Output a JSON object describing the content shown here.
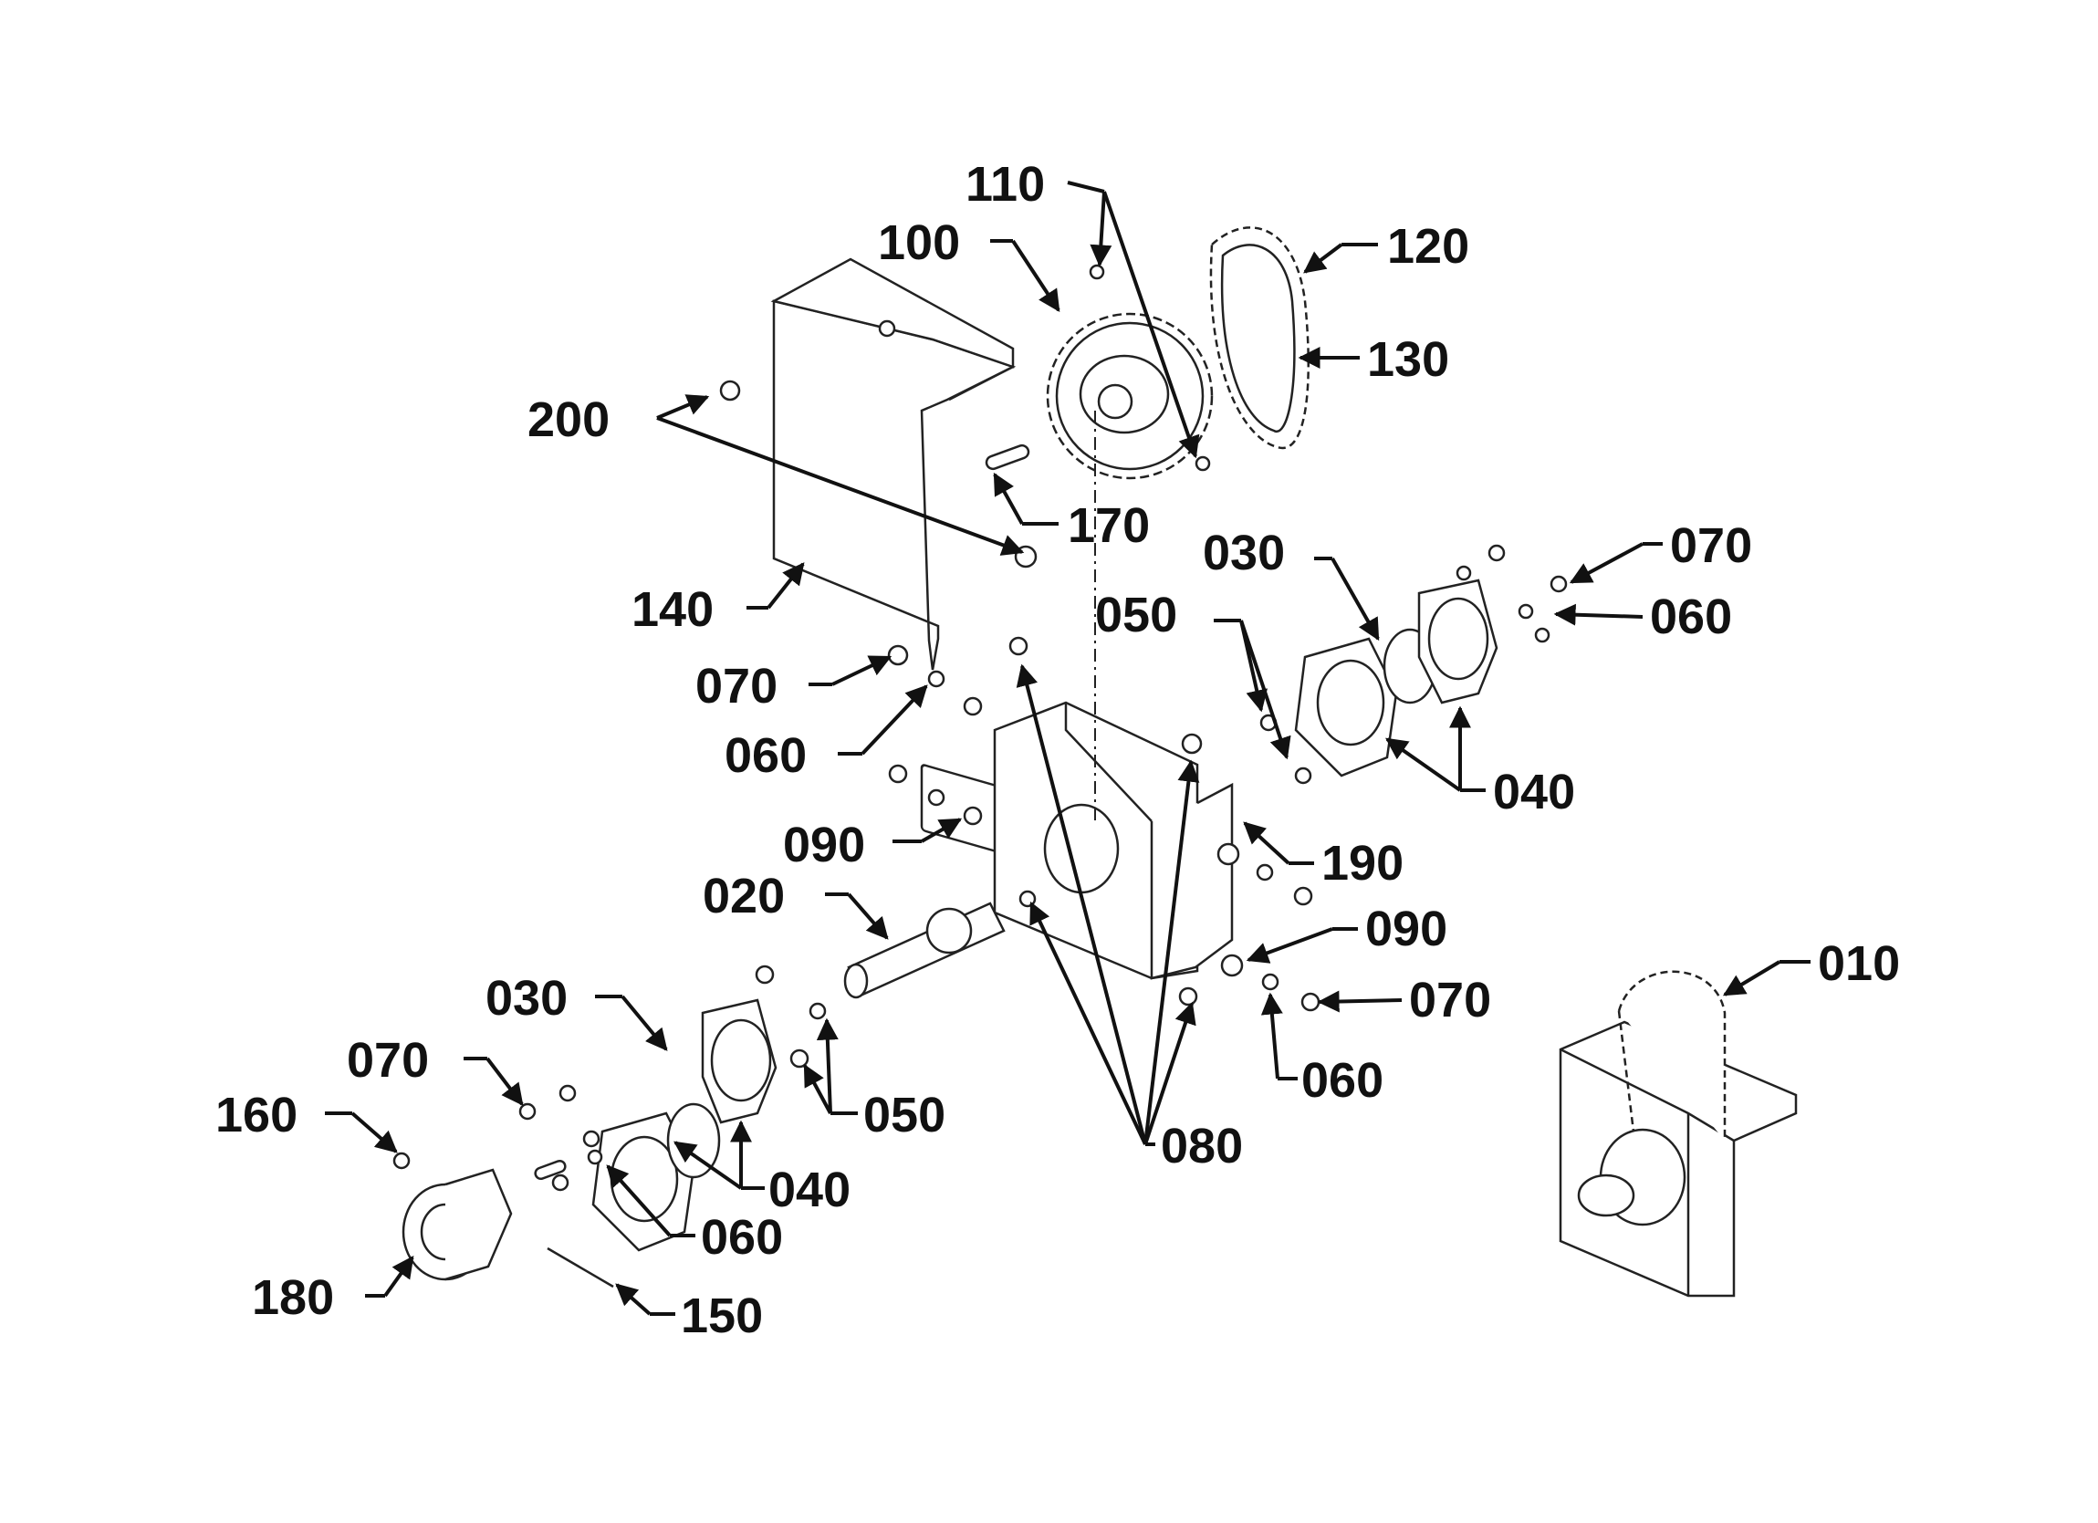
{
  "colors": {
    "ink": "#111111",
    "background": "#ffffff"
  },
  "callouts": {
    "p010": "010",
    "p020": "020",
    "p030a": "030",
    "p030b": "030",
    "p040a": "040",
    "p040b": "040",
    "p050a": "050",
    "p050b": "050",
    "p060a": "060",
    "p060b": "060",
    "p060c": "060",
    "p060d": "060",
    "p070a": "070",
    "p070b": "070",
    "p070c": "070",
    "p070d": "070",
    "p080": "080",
    "p090a": "090",
    "p090b": "090",
    "p100": "100",
    "p110": "110",
    "p120": "120",
    "p130": "130",
    "p140": "140",
    "p150": "150",
    "p160": "160",
    "p170": "170",
    "p180": "180",
    "p190": "190",
    "p200": "200"
  }
}
